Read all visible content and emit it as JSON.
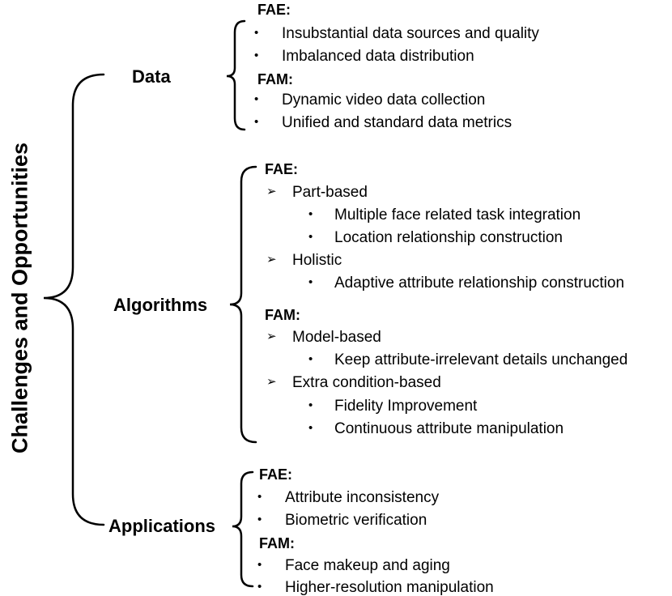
{
  "root": "Challenges and Opportunities",
  "categories": {
    "data": {
      "label": "Data",
      "fae_label": "FAE:",
      "fae_items": [
        "Insubstantial data sources and quality",
        "Imbalanced data distribution"
      ],
      "fam_label": "FAM:",
      "fam_items": [
        "Dynamic video data collection",
        "Unified and standard data metrics"
      ]
    },
    "algorithms": {
      "label": "Algorithms",
      "fae_label": "FAE:",
      "fae_groups": [
        {
          "label": "Part-based",
          "items": [
            "Multiple face related task integration",
            "Location relationship construction"
          ]
        },
        {
          "label": "Holistic",
          "items": [
            "Adaptive attribute relationship construction"
          ]
        }
      ],
      "fam_label": "FAM:",
      "fam_groups": [
        {
          "label": "Model-based",
          "items": [
            "Keep attribute-irrelevant details unchanged"
          ]
        },
        {
          "label": "Extra condition-based",
          "items": [
            "Fidelity Improvement",
            "Continuous attribute manipulation"
          ]
        }
      ]
    },
    "applications": {
      "label": "Applications",
      "fae_label": "FAE:",
      "fae_items": [
        "Attribute inconsistency",
        "Biometric verification"
      ],
      "fam_label": "FAM:",
      "fam_items": [
        "Face makeup and aging",
        "Higher-resolution manipulation"
      ]
    }
  },
  "symbols": {
    "bullet": "•",
    "arrow": "➢"
  }
}
